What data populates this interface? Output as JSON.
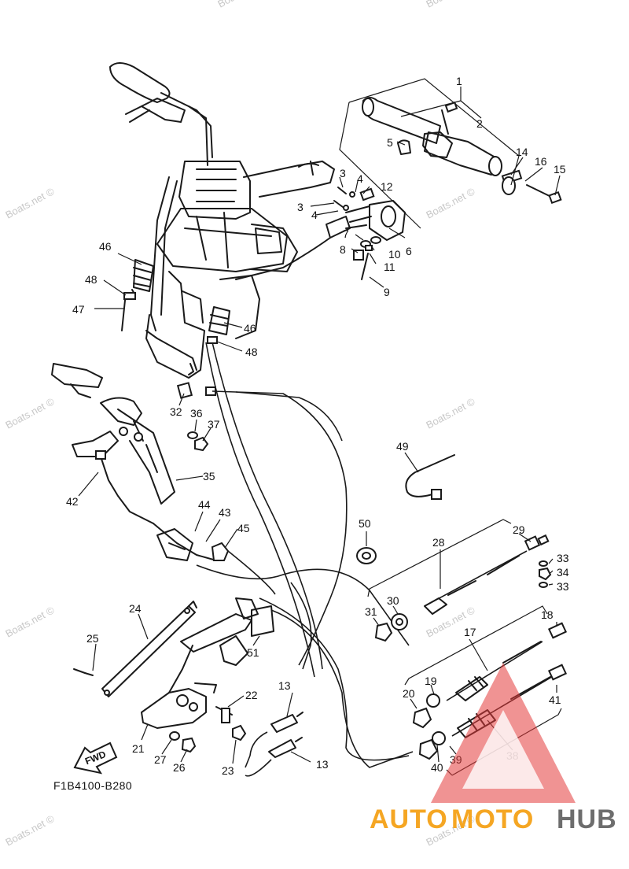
{
  "watermark": "Boats.net ©",
  "diagram_code": "F1B4100-B280",
  "direction_label": "FWD",
  "brand": {
    "part1": "AUTO",
    "part2": "MOTO",
    "part3": "HUB"
  },
  "colors": {
    "ink": "#1a1a1a",
    "brand_orange": "#f5a623",
    "brand_red": "#e43b3b",
    "brand_gray": "#6d6d6d",
    "watermark": "#c8c8c8"
  },
  "callouts": [
    "1",
    "2",
    "3",
    "3",
    "4",
    "4",
    "5",
    "6",
    "7",
    "8",
    "9",
    "10",
    "11",
    "12",
    "13",
    "13",
    "14",
    "15",
    "16",
    "17",
    "18",
    "19",
    "20",
    "21",
    "22",
    "23",
    "24",
    "25",
    "26",
    "27",
    "28",
    "29",
    "30",
    "31",
    "32",
    "33",
    "33",
    "34",
    "35",
    "36",
    "37",
    "38",
    "39",
    "40",
    "41",
    "42",
    "43",
    "44",
    "45",
    "46",
    "46",
    "47",
    "48",
    "48",
    "49",
    "50",
    "51"
  ]
}
